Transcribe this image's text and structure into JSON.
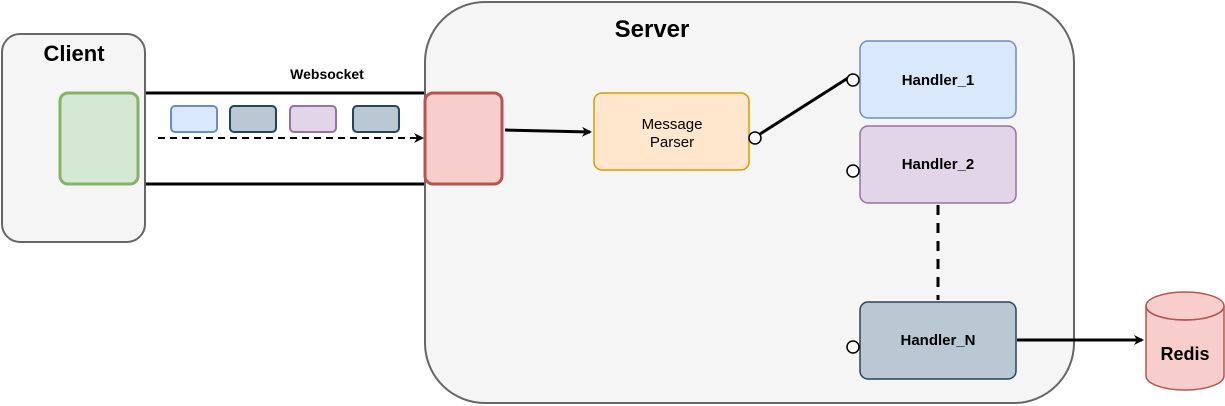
{
  "client": {
    "title": "Client"
  },
  "server": {
    "title": "Server"
  },
  "websocket": {
    "label": "Websocket"
  },
  "parser": {
    "line1": "Message",
    "line2": "Parser"
  },
  "handlers": [
    {
      "label": "Handler_1",
      "fill": "#dae8fc",
      "stroke": "#6c8ebf"
    },
    {
      "label": "Handler_2",
      "fill": "#e1d5e7",
      "stroke": "#9673a6"
    },
    {
      "label": "Handler_N",
      "fill": "#bac8d3",
      "stroke": "#23445d"
    }
  ],
  "redis": {
    "label": "Redis"
  },
  "colors": {
    "container_fill": "#f5f5f5",
    "container_stroke": "#666666",
    "client_socket_fill": "#d5e8d4",
    "client_socket_stroke": "#82b366",
    "server_socket_fill": "#f8cecc",
    "server_socket_stroke": "#b85450",
    "parser_fill": "#ffe6cc",
    "parser_stroke": "#d79b00",
    "redis_fill": "#f8cecc",
    "redis_stroke": "#b85450"
  }
}
